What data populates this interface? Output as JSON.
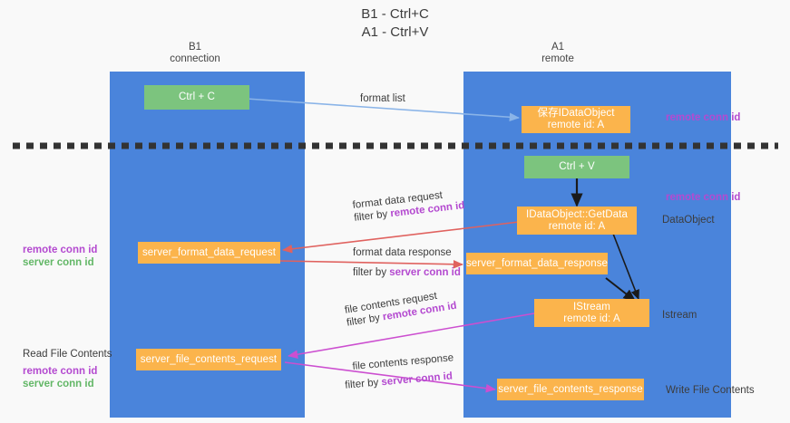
{
  "diagram": {
    "title_line1": "B1 - Ctrl+C",
    "title_line2": "A1 - Ctrl+V",
    "colors": {
      "lane": "#4a84db",
      "green_box": "#7cc47e",
      "orange_box": "#fbb44c",
      "purple_text": "#b44ad0",
      "green_text": "#63b767",
      "blue_arrow": "#8ab4e8",
      "red_arrow": "#e0625f",
      "magenta_arrow": "#cc4fd0",
      "black_arrow": "#1a1a1a",
      "background": "#f9f9f9"
    },
    "columns": [
      {
        "name": "B1",
        "role": "connection"
      },
      {
        "name": "A1",
        "role": "remote"
      }
    ],
    "divider": {
      "style": "dashed",
      "color": "#333333"
    },
    "boxes": {
      "ctrl_c": "Ctrl + C",
      "save_idataobject_l1": "保存IDataObject",
      "save_idataobject_l2": "remote id: A",
      "ctrl_v": "Ctrl + V",
      "getdata_l1": "IDataObject::GetData",
      "getdata_l2": "remote id: A",
      "server_format_data_request": "server_format_data_request",
      "server_format_data_response": "server_format_data_response",
      "istream_l1": "IStream",
      "istream_l2": "remote id: A",
      "server_file_contents_request": "server_file_contents_request",
      "server_file_contents_response": "server_file_contents_response"
    },
    "edge_labels": {
      "format_list": "format list",
      "format_data_request": "format data request",
      "format_data_request_filter_prefix": "filter by ",
      "format_data_request_filter_key": "remote conn id",
      "format_data_response": "format data response",
      "format_data_response_filter_prefix": "filter by ",
      "format_data_response_filter_key": "server conn id",
      "file_contents_request": "file contents request",
      "file_contents_request_filter_prefix": "filter by ",
      "file_contents_request_filter_key": "remote conn id",
      "file_contents_response": "file contents response",
      "file_contents_response_filter_prefix": "filter by ",
      "file_contents_response_filter_key": "server conn id"
    },
    "annotations": {
      "right_remote_conn_id_top": "remote conn id",
      "right_remote_conn_id_mid": "remote conn id",
      "right_dataobject": "DataObject",
      "right_istream": "Istream",
      "right_write_file_contents": "Write File Contents",
      "left_remote_conn_id_mid": "remote conn id",
      "left_server_conn_id_mid": "server conn id",
      "left_read_file_contents": "Read File Contents",
      "left_remote_conn_id_bottom": "remote conn id",
      "left_server_conn_id_bottom": "server conn id"
    }
  }
}
